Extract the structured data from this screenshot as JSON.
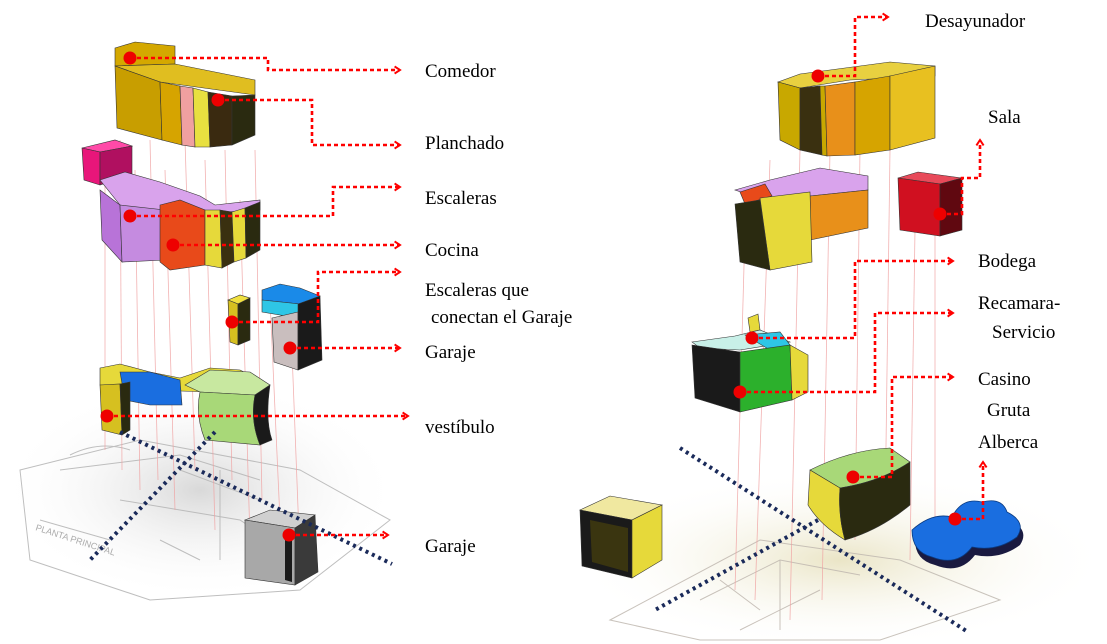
{
  "left_labels": {
    "comedor": "Comedor",
    "planchado": "Planchado",
    "escaleras": "Escaleras",
    "cocina": "Cocina",
    "escaleras_garaje_1": "Escaleras que",
    "escaleras_garaje_2": "conectan el Garaje",
    "garaje_upper": "Garaje",
    "vestibulo": "vestíbulo",
    "garaje_lower": "Garaje",
    "floor_plan_text": "PLANTA PRINCIPAL"
  },
  "right_labels": {
    "desayunador": "Desayunador",
    "sala": "Sala",
    "bodega": "Bodega",
    "recamara_1": "Recamara-",
    "recamara_2": "Servicio",
    "casino": "Casino",
    "gruta": "Gruta",
    "alberca": "Alberca"
  },
  "colors": {
    "arrow": "#ff0000",
    "dot": "#ee0000",
    "divider": "#1a2a5a",
    "mustard": "#c8a800",
    "yellow": "#e6d93a",
    "orange": "#e87a1a",
    "red_orange": "#e84a1a",
    "magenta": "#e8167a",
    "lilac": "#c58be0",
    "pink": "#f0a0a0",
    "cyan": "#2ec6e6",
    "blue": "#1a6ee0",
    "green": "#2cb02c",
    "light_green": "#a8d878",
    "crimson": "#d01020",
    "gray": "#9a9a9a"
  }
}
